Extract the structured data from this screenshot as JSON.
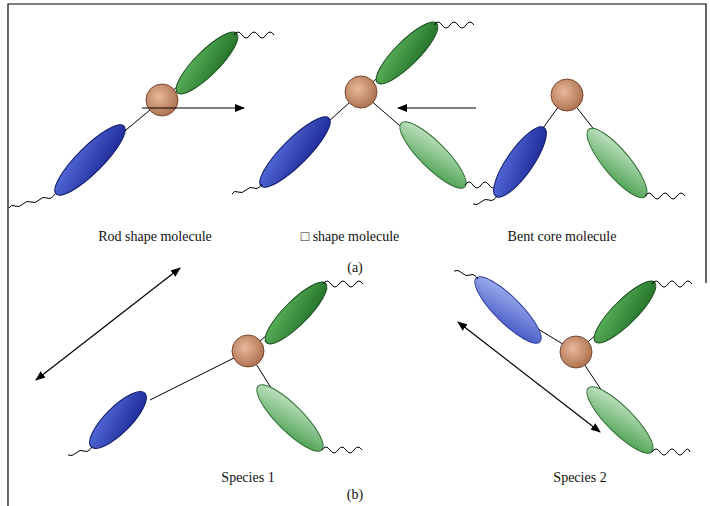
{
  "diagram": {
    "labels": [
      "Rod shape molecule",
      "□ shape molecule",
      "Bent core molecule",
      "(a)",
      "Species 1",
      "Species 2",
      "(b)"
    ]
  }
}
